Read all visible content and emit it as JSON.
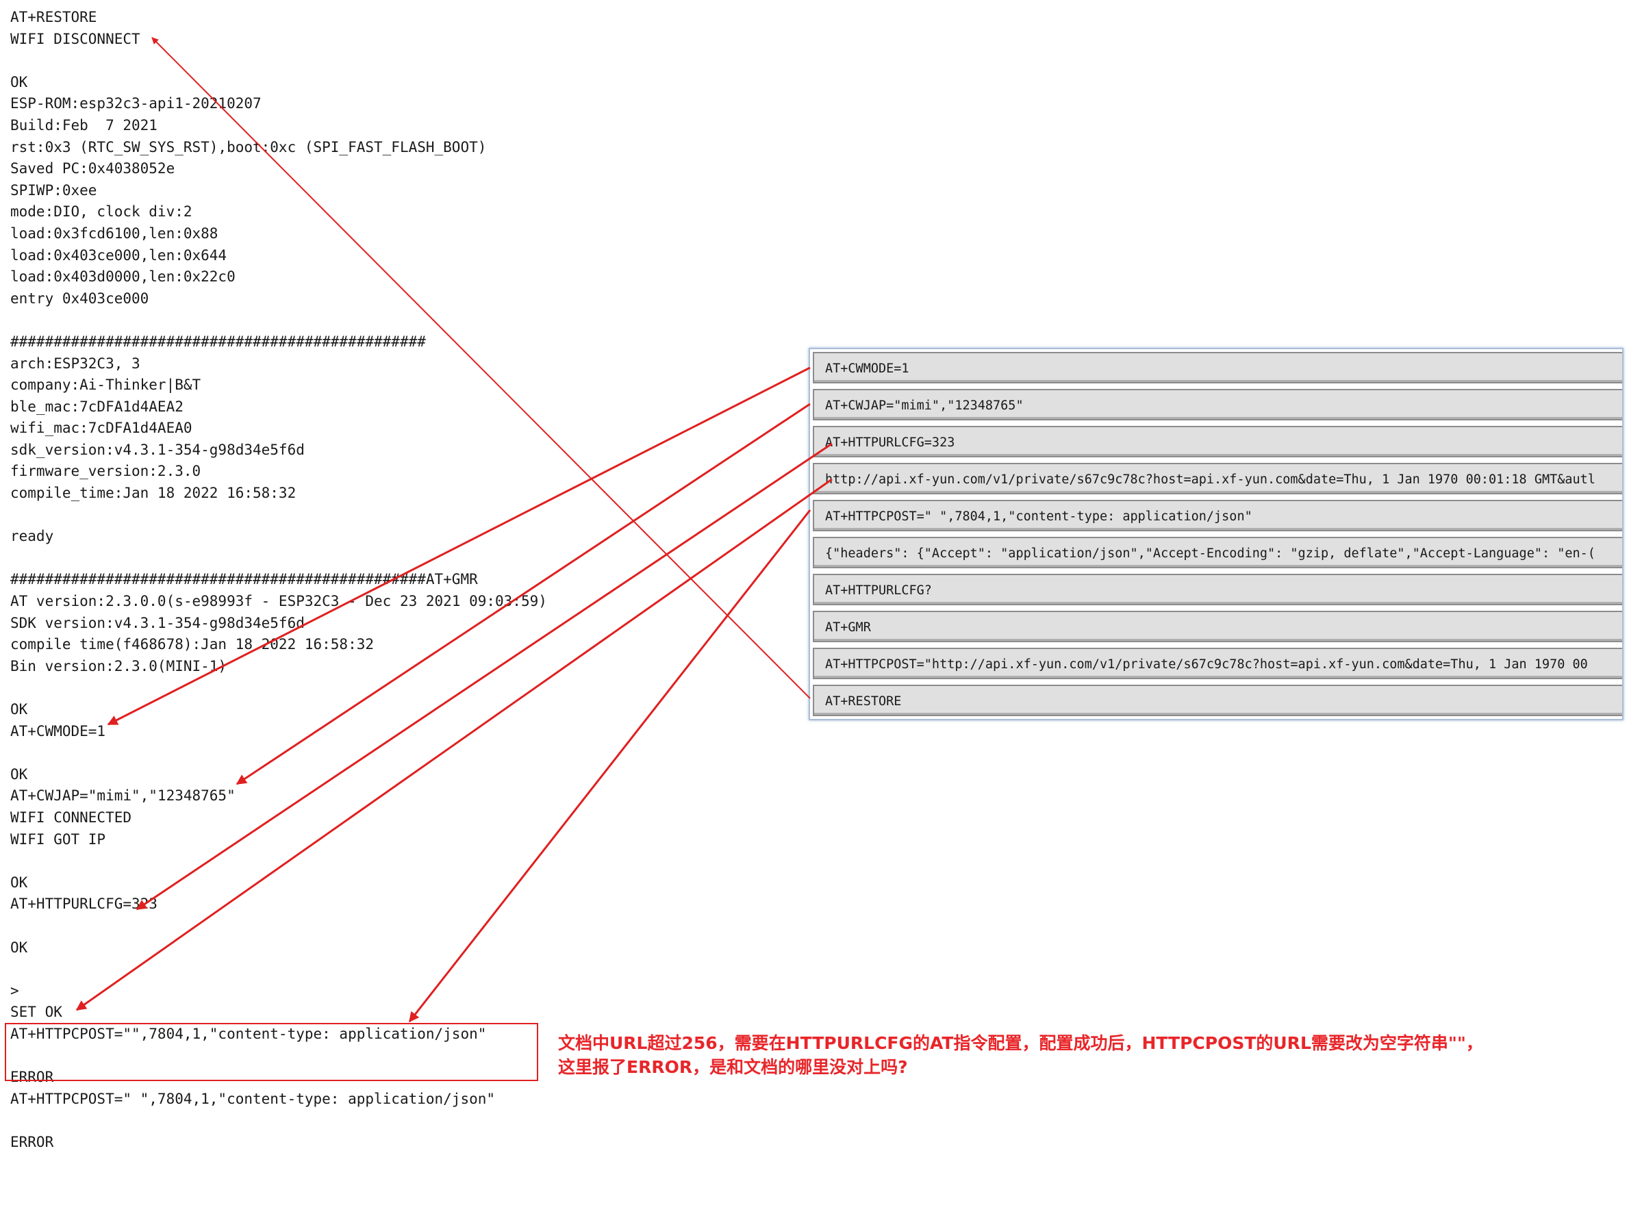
{
  "log_lines": [
    "AT+RESTORE",
    "WIFI DISCONNECT",
    "",
    "OK",
    "ESP-ROM:esp32c3-api1-20210207",
    "Build:Feb  7 2021",
    "rst:0x3 (RTC_SW_SYS_RST),boot:0xc (SPI_FAST_FLASH_BOOT)",
    "Saved PC:0x4038052e",
    "SPIWP:0xee",
    "mode:DIO, clock div:2",
    "load:0x3fcd6100,len:0x88",
    "load:0x403ce000,len:0x644",
    "load:0x403d0000,len:0x22c0",
    "entry 0x403ce000",
    "",
    "################################################",
    "arch:ESP32C3, 3",
    "company:Ai-Thinker|B&T",
    "ble_mac:7cDFA1d4AEA2",
    "wifi_mac:7cDFA1d4AEA0",
    "sdk_version:v4.3.1-354-g98d34e5f6d",
    "firmware_version:2.3.0",
    "compile_time:Jan 18 2022 16:58:32",
    "",
    "ready",
    "",
    "################################################AT+GMR",
    "AT version:2.3.0.0(s-e98993f - ESP32C3 - Dec 23 2021 09:03:59)",
    "SDK version:v4.3.1-354-g98d34e5f6d",
    "compile time(f468678):Jan 18 2022 16:58:32",
    "Bin version:2.3.0(MINI-1)",
    "",
    "OK",
    "AT+CWMODE=1",
    "",
    "OK",
    "AT+CWJAP=\"mimi\",\"12348765\"",
    "WIFI CONNECTED",
    "WIFI GOT IP",
    "",
    "OK",
    "AT+HTTPURLCFG=323",
    "",
    "OK",
    "",
    ">",
    "SET OK",
    "AT+HTTPCPOST=\"\",7804,1,\"content-type: application/json\"",
    "",
    "ERROR",
    "AT+HTTPCPOST=\" \",7804,1,\"content-type: application/json\"",
    "",
    "ERROR"
  ],
  "commands": [
    "AT+CWMODE=1",
    "AT+CWJAP=\"mimi\",\"12348765\"",
    "AT+HTTPURLCFG=323",
    "http://api.xf-yun.com/v1/private/s67c9c78c?host=api.xf-yun.com&date=Thu, 1 Jan 1970 00:01:18 GMT&autl",
    "AT+HTTPCPOST=\" \",7804,1,\"content-type: application/json\"",
    "{\"headers\": {\"Accept\": \"application/json\",\"Accept-Encoding\": \"gzip, deflate\",\"Accept-Language\": \"en-(",
    "AT+HTTPURLCFG?",
    "AT+GMR",
    "AT+HTTPCPOST=\"http://api.xf-yun.com/v1/private/s67c9c78c?host=api.xf-yun.com&date=Thu, 1 Jan 1970 00",
    "AT+RESTORE"
  ],
  "annotation": {
    "line1": "文档中URL超过256，需要在HTTPURLCFG的AT指令配置，配置成功后，HTTPCPOST的URL需要改为空字符串\"\"，",
    "line2": "这里报了ERROR，是和文档的哪里没对上吗?"
  },
  "colors": {
    "annotation": "#e8262a",
    "arrow": "#e02020",
    "panel_border": "#a9bfd9",
    "row_bg": "#e0e0e0"
  }
}
